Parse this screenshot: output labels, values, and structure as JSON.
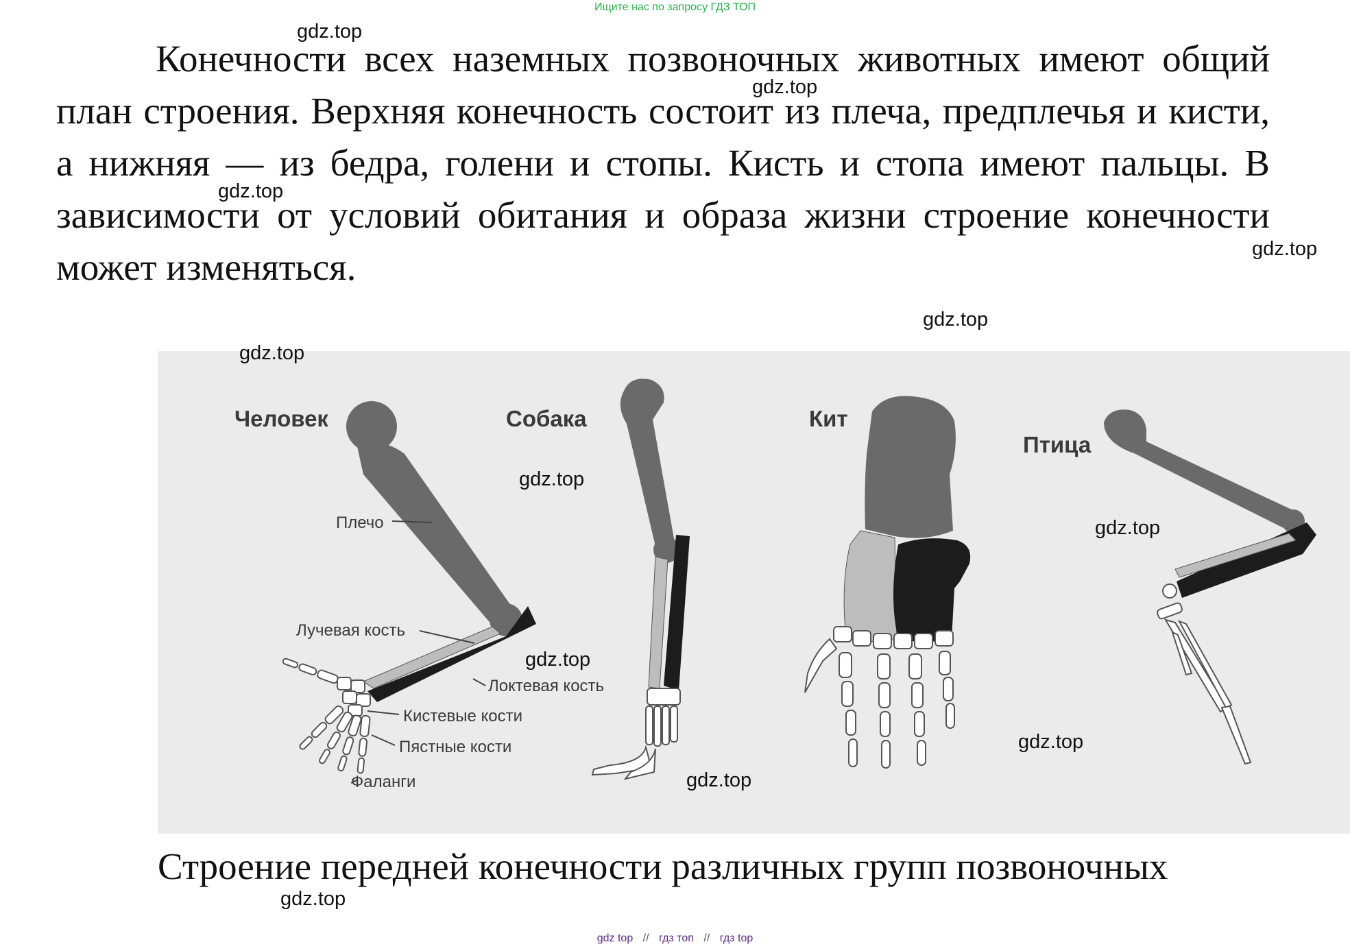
{
  "top_banner": "Ищите нас по запросу ГДЗ ТОП",
  "paragraph": "Конечности всех наземных позвоночных животных имеют общий план строения. Верхняя конечность состоит из плеча, предплечья и кисти, а нижняя — из бедра, голени и стопы. Кисть и стопа имеют пальцы. В зависимости от условий обитания и образа жизни строение конечности может изменяться.",
  "watermark": "gdz.top",
  "figure": {
    "animals": {
      "human": "Человек",
      "dog": "Собака",
      "whale": "Кит",
      "bird": "Птица"
    },
    "bone_labels": {
      "shoulder": "Плечо",
      "radius": "Лучевая кость",
      "ulna": "Локтевая кость",
      "carpals": "Кистевые кости",
      "metacarpals": "Пястные кости",
      "phalanges": "Фаланги"
    }
  },
  "caption": "Строение передней конечности различных групп позвоночных",
  "footer": {
    "links": [
      "gdz top",
      "гдз топ",
      "гдз top"
    ],
    "separator": "//"
  },
  "colors": {
    "banner_green": "#27b24a",
    "link_purple": "#5b2b86",
    "figure_background": "#ebebeb",
    "bone_dark_gray": "#6a6a6a",
    "bone_light_gray": "#bdbdbd",
    "bone_black": "#1c1c1c"
  }
}
